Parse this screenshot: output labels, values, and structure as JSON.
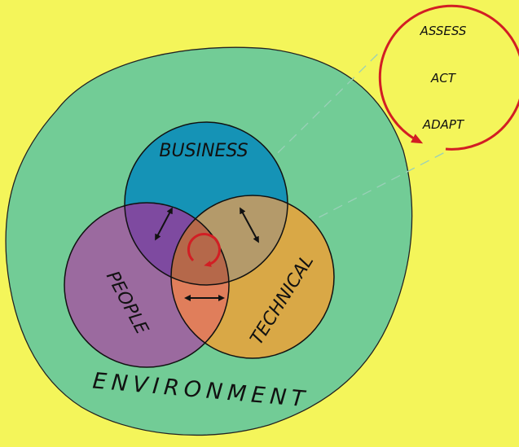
{
  "labels": {
    "business": "BUSINESS",
    "people": "PEOPLE",
    "technical": "TECHNICAL",
    "environment": "ENVIRONMENT"
  },
  "cycle": {
    "steps": [
      "ASSESS",
      "ACT",
      "ADAPT"
    ]
  },
  "colors": {
    "background": "#f4f55a",
    "environment": "#72cc96",
    "business": "#1593b6",
    "people": "#9b6a9f",
    "technical": "#d9a846",
    "business_people": "#7e4aa0",
    "business_technical": "#b49a6a",
    "people_technical": "#e07e5b",
    "center": "#b5684a",
    "cycle": "#d21e24"
  }
}
